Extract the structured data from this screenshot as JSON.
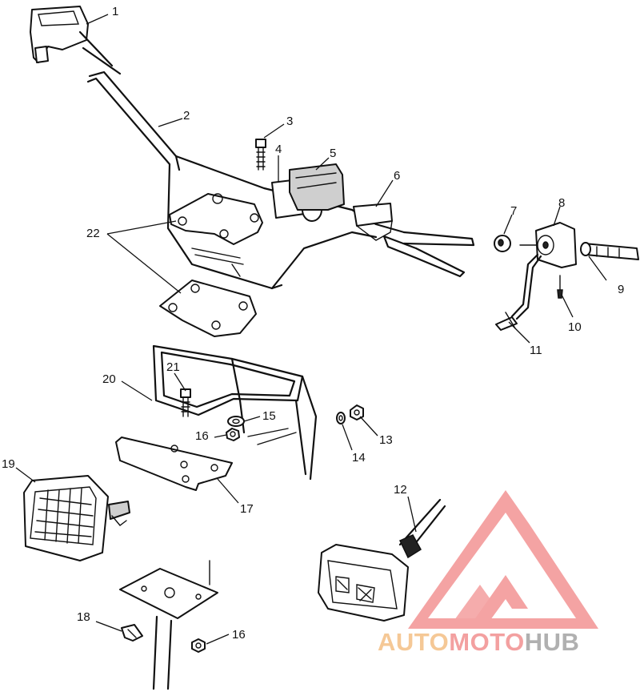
{
  "diagram": {
    "callouts": [
      "1",
      "2",
      "3",
      "4",
      "5",
      "6",
      "7",
      "8",
      "9",
      "10",
      "11",
      "12",
      "13",
      "14",
      "15",
      "16",
      "16",
      "17",
      "18",
      "19",
      "20",
      "21",
      "22"
    ]
  },
  "watermark": {
    "auto": "AUTO",
    "moto": "MOTO",
    "hub": "HUB",
    "colors": {
      "auto": "#f5c896",
      "moto": "#f3a0a0",
      "hub": "#b0b0b0",
      "logo": "#f4a3a3"
    }
  }
}
